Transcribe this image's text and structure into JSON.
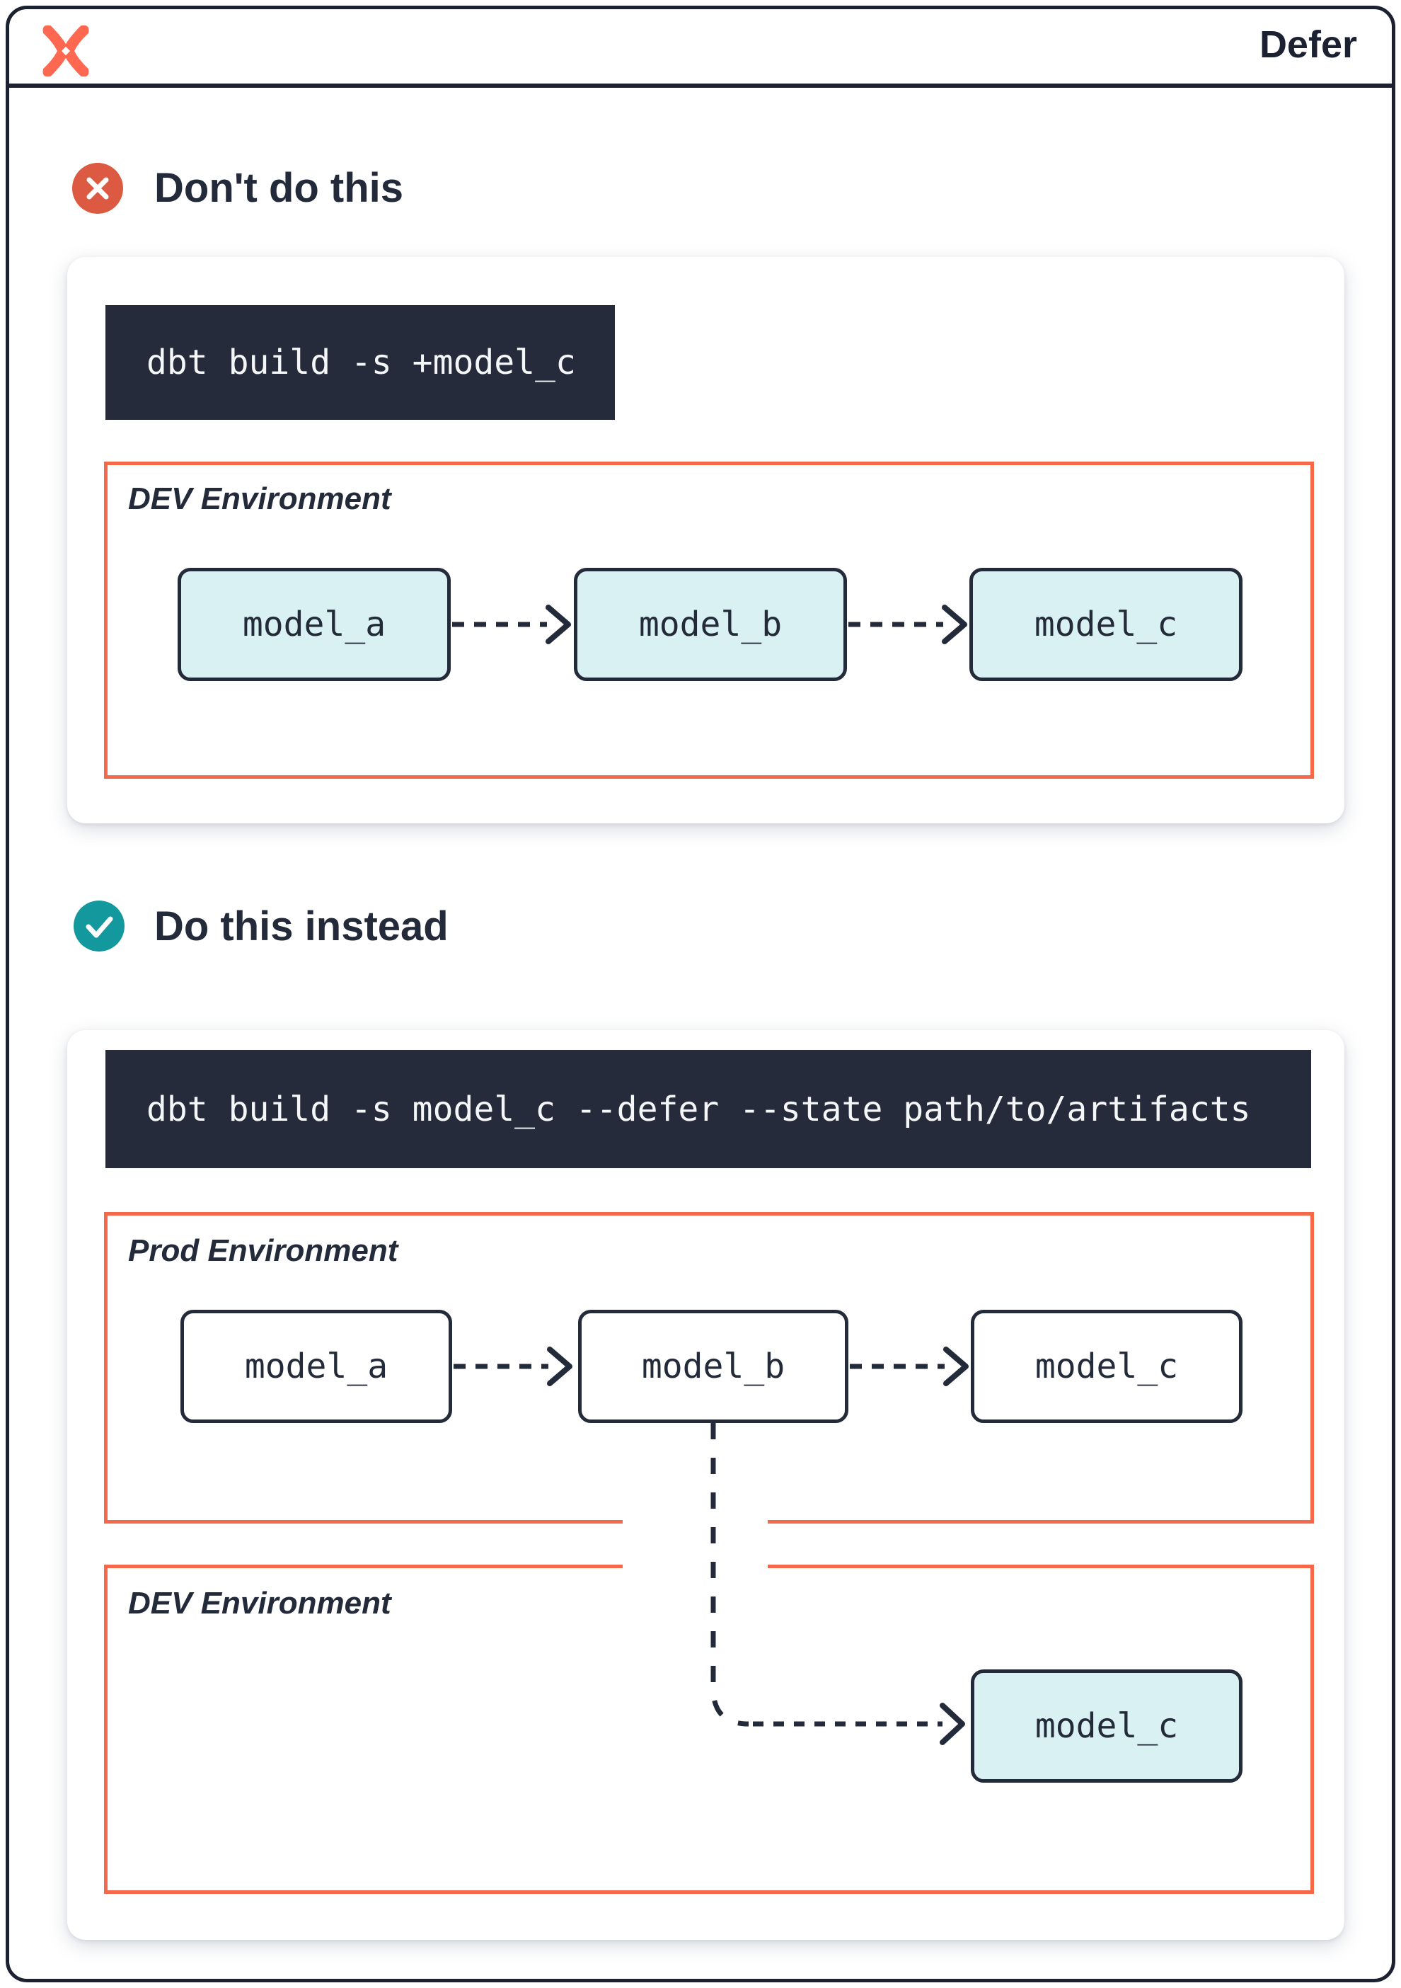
{
  "header": {
    "title": "Defer",
    "logo_icon": "dbt-logo"
  },
  "sections": [
    {
      "heading": "Don't do this",
      "icon": "x-circle-icon",
      "command": "dbt build -s +model_c",
      "environments": [
        {
          "label": "DEV Environment",
          "models": [
            "model_a",
            "model_b",
            "model_c"
          ]
        }
      ]
    },
    {
      "heading": "Do this instead",
      "icon": "check-circle-icon",
      "command": "dbt build -s model_c --defer --state path/to/artifacts",
      "environments": [
        {
          "label": "Prod Environment",
          "models": [
            "model_a",
            "model_b",
            "model_c"
          ]
        },
        {
          "label": "DEV Environment",
          "models": [
            "model_c"
          ]
        }
      ]
    }
  ],
  "colors": {
    "frame": "#1B2130",
    "navy": "#232A3A",
    "code_bg": "#262B3C",
    "code_text": "#F5F6F8",
    "coral": "#F6684A",
    "teal_fill": "#D9F1F2",
    "dont_icon": "#DB5A41",
    "do_icon": "#12989D",
    "logo_orange": "#FF6850",
    "card_shadow": "rgba(125,135,155,0.30)"
  }
}
